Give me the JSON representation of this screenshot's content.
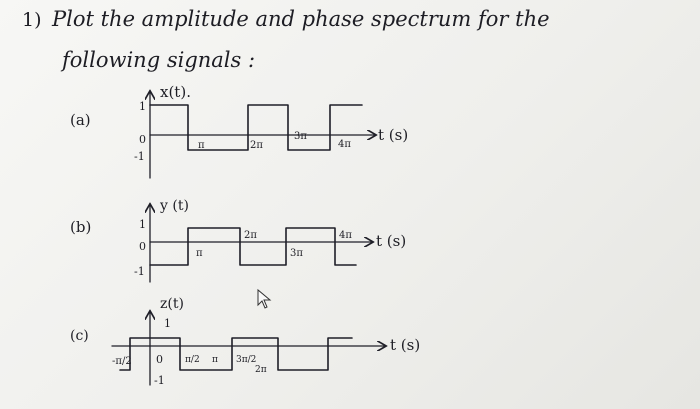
{
  "problem": {
    "number": "1)",
    "text_line1": "Plot the amplitude and phase spectrum for the",
    "text_line2": "following signals :"
  },
  "parts": [
    {
      "label": "(a)",
      "signal_label": "x(t).",
      "level_high": "1",
      "level_origin": "0",
      "level_low": "-1",
      "tick_labels": [
        "π",
        "2π",
        "3π",
        "4π"
      ],
      "axis_label": "t (s)",
      "transitions": [
        0,
        1,
        2,
        3,
        4
      ],
      "levels": [
        1,
        -1,
        1,
        -1,
        1
      ]
    },
    {
      "label": "(b)",
      "signal_label": "y (t)",
      "level_high": "1",
      "level_origin": "0",
      "level_low": "-1",
      "tick_labels": [
        "π",
        "2π",
        "3π",
        "4π"
      ],
      "axis_label": "t (s)",
      "transitions": [
        0,
        1,
        2,
        3,
        4
      ],
      "levels": [
        -1,
        1,
        -1,
        1,
        -1
      ]
    },
    {
      "label": "(c)",
      "signal_label": "z(t)",
      "level_high": "1",
      "level_origin": "0",
      "level_low": "-1",
      "tick_labels": [
        "-π/2",
        "π/2",
        "π",
        "3π/2",
        "2π"
      ],
      "axis_label": "t (s)",
      "transitions": [
        -0.5,
        0.5,
        1.5,
        2.5,
        3.5
      ],
      "levels": [
        1,
        -1,
        1,
        -1,
        1
      ]
    }
  ]
}
